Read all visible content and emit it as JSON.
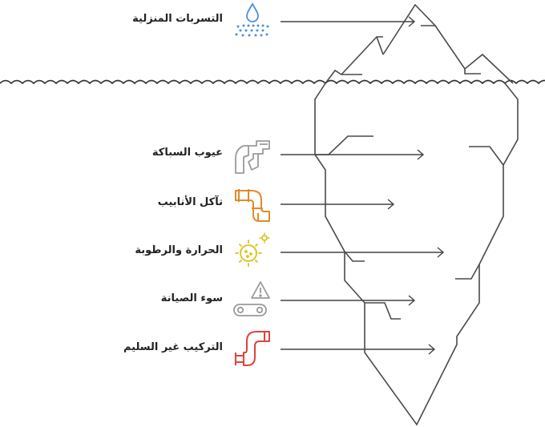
{
  "top_item": {
    "label": "التسربات المنزلية",
    "icon": "water-drop-spray-icon",
    "color": "#4a8fe0"
  },
  "hidden_items": [
    {
      "label": "عيوب السباكة",
      "icon": "faucet-pipe-icon",
      "color": "#9a9a9a"
    },
    {
      "label": "تآكل الأنابيب",
      "icon": "corroded-pipe-icon",
      "color": "#e08a2a"
    },
    {
      "label": "الحرارة والرطوبة",
      "icon": "sun-humidity-icon",
      "color": "#d8c21a"
    },
    {
      "label": "سوء الصيانة",
      "icon": "warning-chain-icon",
      "color": "#9a9a9a"
    },
    {
      "label": "التركيب غير السليم",
      "icon": "bent-pipe-icon",
      "color": "#e0443a"
    }
  ]
}
